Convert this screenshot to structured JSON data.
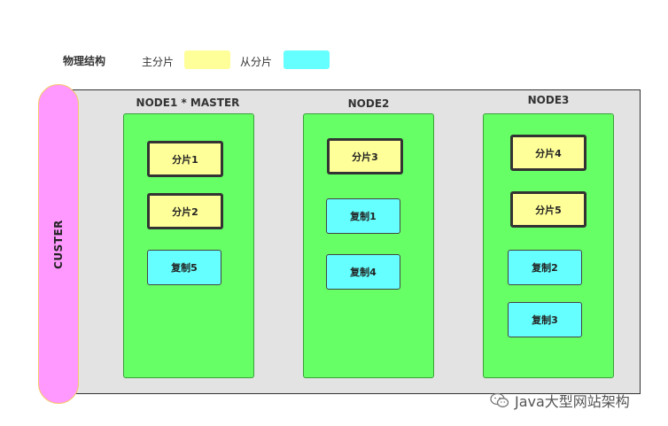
{
  "legend": {
    "title": "物理结构",
    "primary_label": "主分片",
    "replica_label": "从分片",
    "primary_color": "#ffff99",
    "replica_color": "#66ffff"
  },
  "cluster": {
    "label": "CUSTER",
    "pill_color": "#ff99ff",
    "node_color": "#66ff66"
  },
  "nodes": [
    {
      "title": "NODE1 * MASTER",
      "shards": [
        {
          "type": "primary",
          "label": "分片1"
        },
        {
          "type": "primary",
          "label": "分片2"
        },
        {
          "type": "replica",
          "label": "复制5"
        }
      ]
    },
    {
      "title": "NODE2",
      "shards": [
        {
          "type": "primary",
          "label": "分片3"
        },
        {
          "type": "replica",
          "label": "复制1"
        },
        {
          "type": "replica",
          "label": "复制4"
        }
      ]
    },
    {
      "title": "NODE3",
      "shards": [
        {
          "type": "primary",
          "label": "分片4"
        },
        {
          "type": "primary",
          "label": "分片5"
        },
        {
          "type": "replica",
          "label": "复制2"
        },
        {
          "type": "replica",
          "label": "复制3"
        }
      ]
    }
  ],
  "watermark": {
    "text": "Java大型网站架构",
    "icon": "wechat-icon"
  }
}
